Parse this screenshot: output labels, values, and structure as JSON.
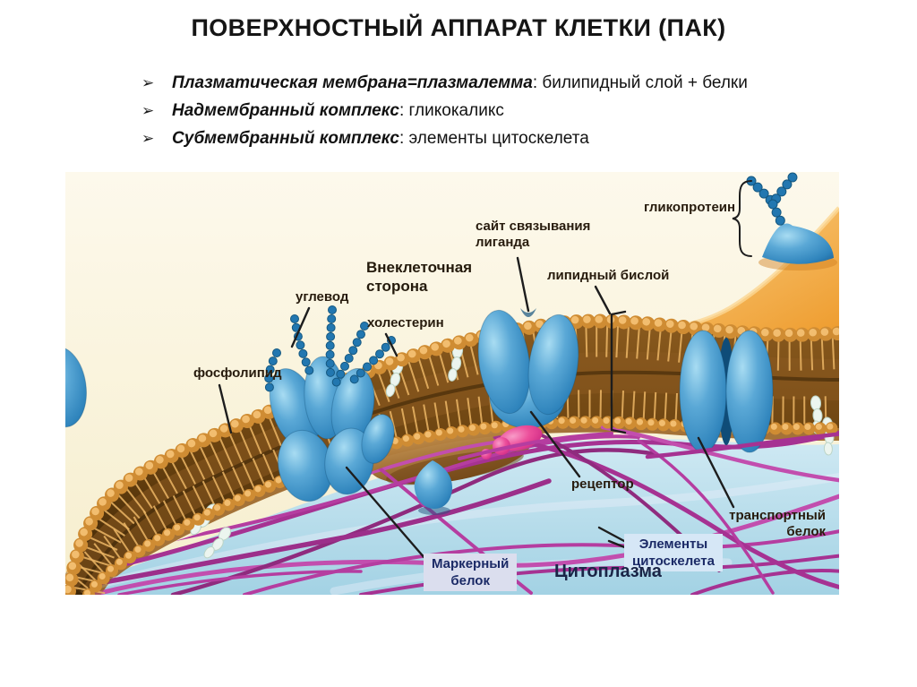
{
  "slide": {
    "title": "ПОВЕРХНОСТНЫЙ АППАРАТ КЛЕТКИ (ПАК)",
    "bullet_char": "➢",
    "bullets": [
      {
        "term": "Плазматическая мембрана=плазмалемма",
        "rest": ": билипидный слой + белки"
      },
      {
        "term": "Надмембранный комплекс",
        "rest": ": гликокаликс"
      },
      {
        "term": "Субмембранный комплекс",
        "rest": ": элементы цитоскелета"
      }
    ]
  },
  "diagram": {
    "labels": {
      "glycoprotein": "гликопротеин",
      "ligand_binding_site": "сайт связывания\nлиганда",
      "extracellular_side": "Внеклеточная\nсторона",
      "lipid_bilayer": "липидный бислой",
      "carbohydrate": "углевод",
      "cholesterol": "холестерин",
      "phospholipid": "фосфолипид",
      "receptor": "рецептор",
      "transport_protein": "транспортный\nбелок",
      "marker_protein": "Маркерный\nбелок",
      "cytoskeleton_elements": "Элементы\nцитоскелета",
      "cytoplasm": "Цитоплазма"
    },
    "colors": {
      "background_cream": "#faf4dc",
      "hill_orange": "#f2a440",
      "lipid_head_gold": "#e2a24b",
      "membrane_interior_brown": "#5c3a0e",
      "protein_blue": "#3487c1",
      "cytoplasm_blue": "#bfe0ee",
      "filament_magenta": "#b23a9c",
      "ligand_pink": "#e8368e",
      "marker_box_bg": "#dbdeee",
      "cytoskeleton_box_bg": "#d6e7f6",
      "label_text": "#271b0d",
      "box_text": "#1b2a66"
    }
  }
}
